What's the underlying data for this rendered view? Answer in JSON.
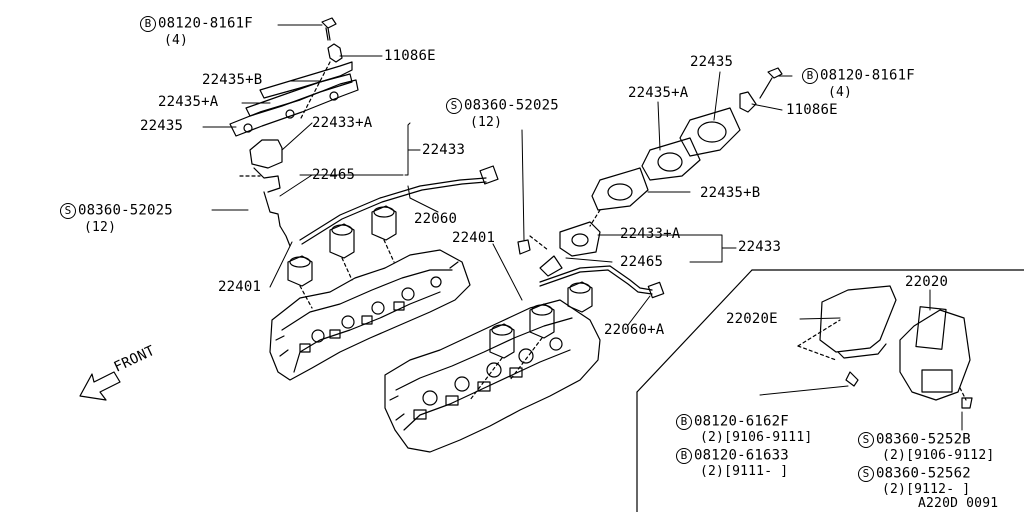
{
  "labels": {
    "bolt_top_left": "08120-8161F",
    "bolt_top_left_qty": "(4)",
    "bolt_top_right": "08120-8161F",
    "bolt_top_right_qty": "(4)",
    "bracket_left": "11086E",
    "bracket_right": "11086E",
    "gasket_left_b": "22435+B",
    "gasket_left_a": "22435+A",
    "gasket_left": "22435",
    "gasket_right": "22435",
    "gasket_right_a": "22435+A",
    "gasket_right_b": "22435+B",
    "sensor_left_a": "22433+A",
    "sensor_left": "22433",
    "sensor_right_a": "22433+A",
    "sensor_right": "22433",
    "connector_left": "22465",
    "connector_right": "22465",
    "screw_top": "08360-52025",
    "screw_top_qty": "(12)",
    "screw_left": "08360-52025",
    "screw_left_qty": "(12)",
    "harness_left": "22060",
    "harness_right": "22060+A",
    "plug_left": "22401",
    "plug_right": "22401",
    "module": "22020",
    "module_bracket": "22020E",
    "bolt_inset_1": "08120-6162F",
    "bolt_inset_1_detail": "(2)[9106-9111]",
    "bolt_inset_2": "08120-61633",
    "bolt_inset_2_detail": "(2)[9111-     ]",
    "screw_inset_1": "08360-5252B",
    "screw_inset_1_detail": "(2)[9106-9112]",
    "screw_inset_2": "08360-52562",
    "screw_inset_2_detail": "(2)[9112-     ]",
    "front": "FRONT",
    "drawing_id": "A220D 0091"
  },
  "symbols": {
    "bolt": "B",
    "screw": "S"
  }
}
